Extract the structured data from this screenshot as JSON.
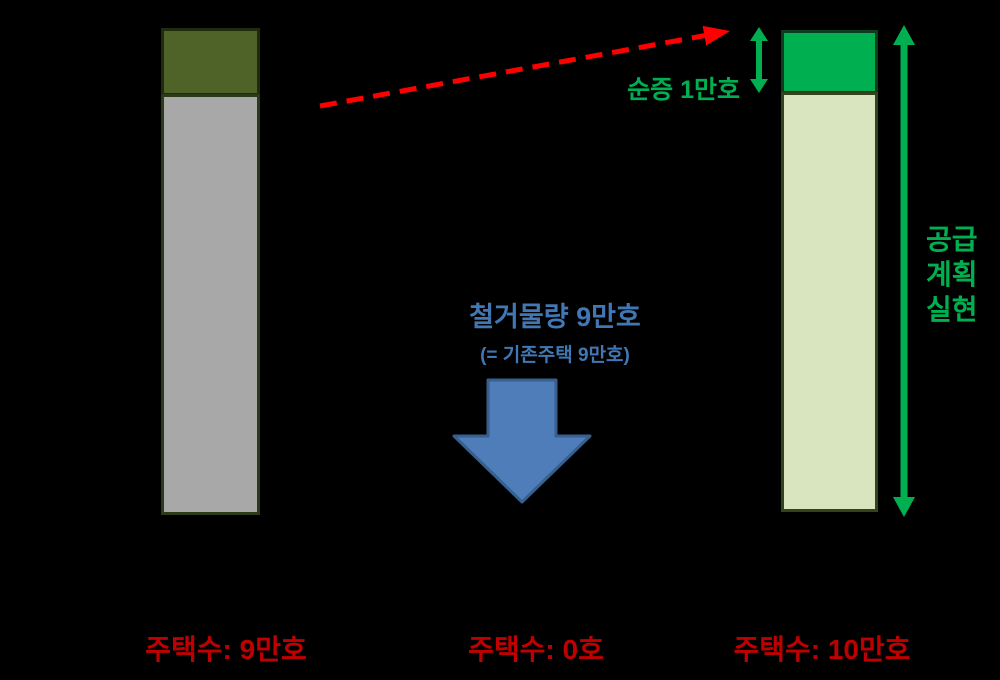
{
  "left_stack": {
    "count_label": "주택수: 9만호"
  },
  "middle": {
    "demolition_line1": "철거물량 9만호",
    "demolition_line2": "(= 기존주택 9만호)",
    "count_label": "주택수: 0호"
  },
  "right_stack": {
    "net_increase_label": "순증 1만호",
    "supply_plan_lines": [
      "공급",
      "계획",
      "실현"
    ],
    "count_label": "주택수: 10만호"
  },
  "colors": {
    "background": "#000000",
    "green_accent": "#00B050",
    "red_arrow": "#FF0000",
    "dark_red_text": "#BE0000",
    "blue_arrow": "#4E7DBA",
    "blue_text": "#4177B4",
    "left_bar_top": "#4F6228",
    "left_bar_body": "#A8A8A8",
    "right_bar_top": "#00B050",
    "right_bar_body": "#D9E5BF"
  }
}
